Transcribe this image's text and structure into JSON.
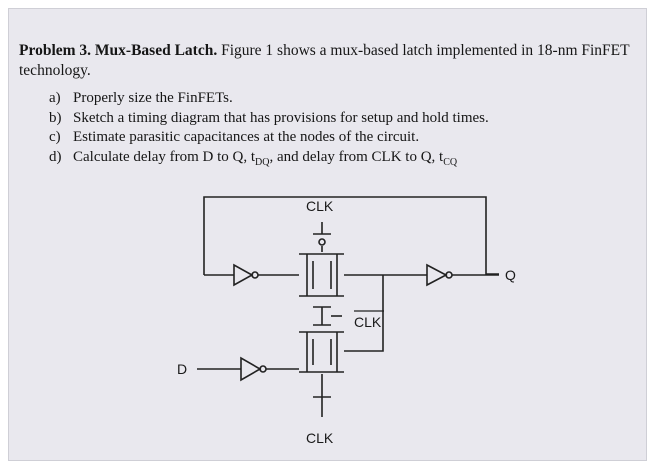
{
  "problem": {
    "label": "Problem 3. Mux-Based Latch.",
    "statement": " Figure 1 shows a mux-based latch implemented in 18-nm FinFET technology."
  },
  "items": [
    {
      "marker": "a)",
      "text": "Properly size the FinFETs."
    },
    {
      "marker": "b)",
      "text": "Sketch a timing diagram that has provisions for setup and hold times."
    },
    {
      "marker": "c)",
      "text": "Estimate parasitic capacitances at the nodes of the circuit."
    },
    {
      "marker": "d)",
      "text_pre": "Calculate delay from D to Q, t",
      "sub1": "DQ",
      "text_mid": ", and delay from CLK to Q, t",
      "sub2": "CQ"
    }
  ],
  "circuit": {
    "clk_top": "CLK",
    "clk_bar": "CLK",
    "clk_bottom": "CLK",
    "input_d": "D",
    "output_q": "Q"
  }
}
